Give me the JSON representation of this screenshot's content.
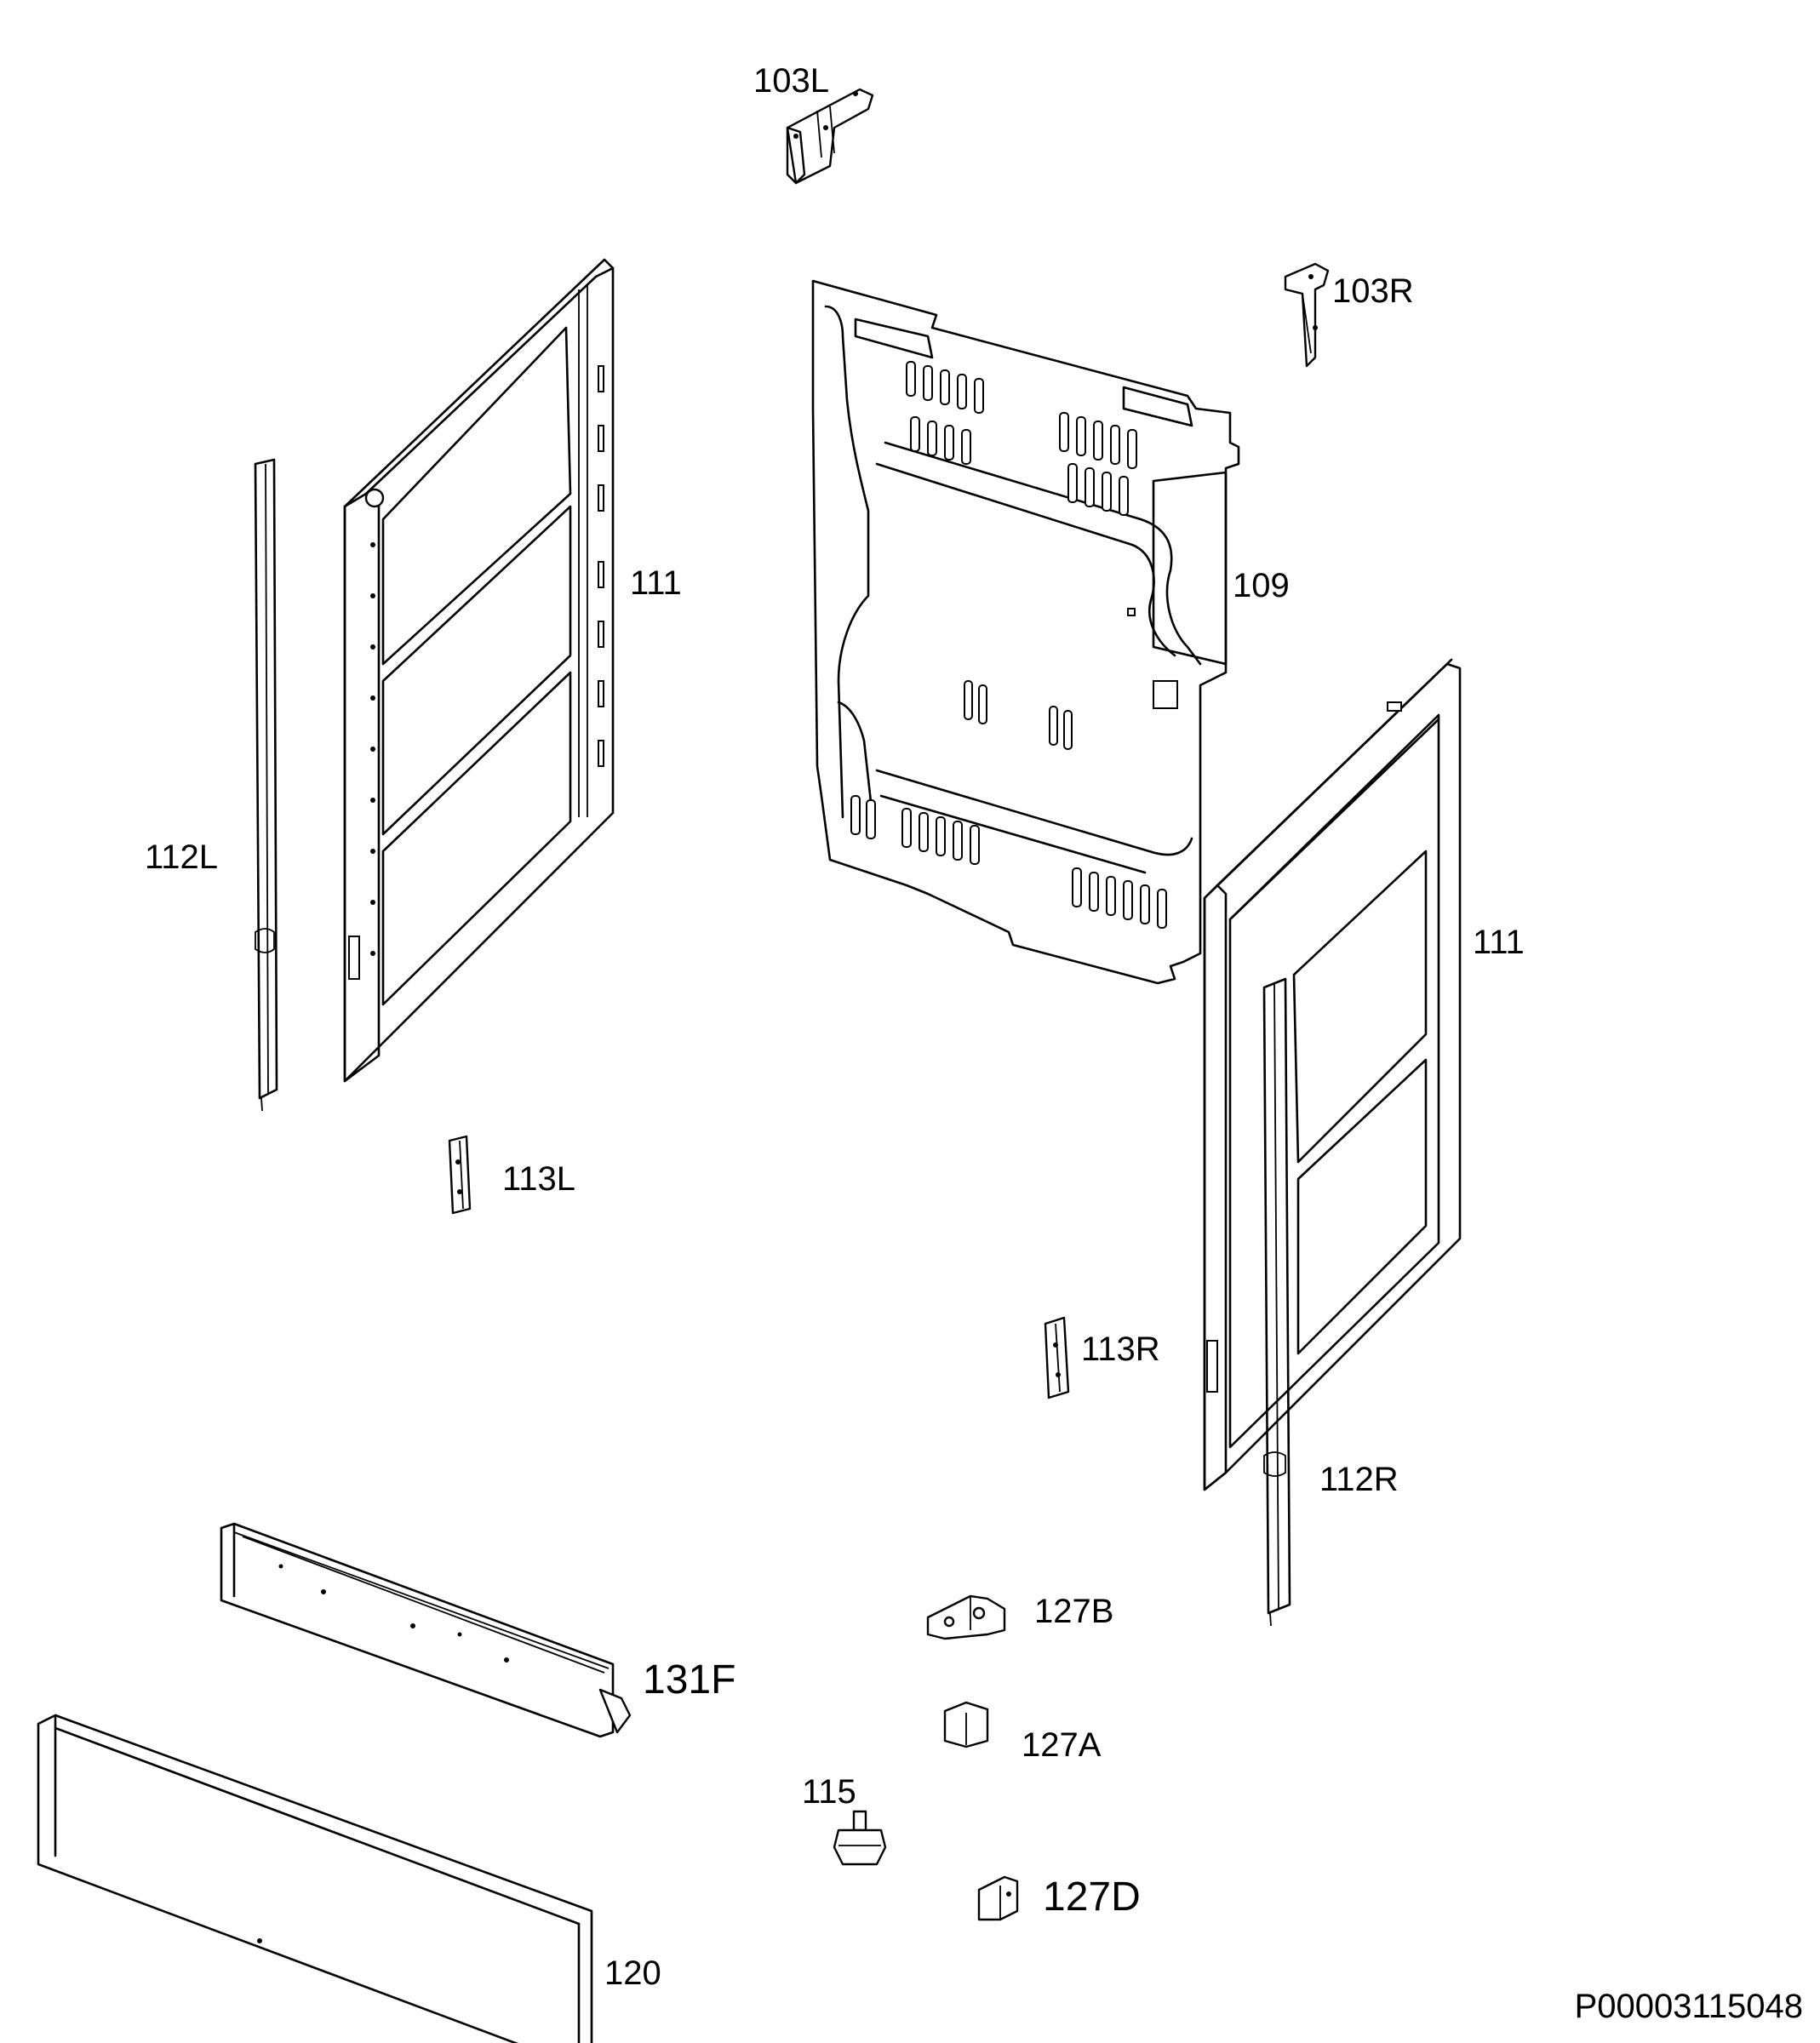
{
  "labels": {
    "p103L": "103L",
    "p103R": "103R",
    "p111_left": "111",
    "p109": "109",
    "p111_right": "111",
    "p112L": "112L",
    "p113L": "113L",
    "p113R": "113R",
    "p112R": "112R",
    "p127B": "127B",
    "p131F": "131F",
    "p127A": "127A",
    "p115": "115",
    "p127D": "127D",
    "p120": "120"
  },
  "reference_code": "P00003115048"
}
